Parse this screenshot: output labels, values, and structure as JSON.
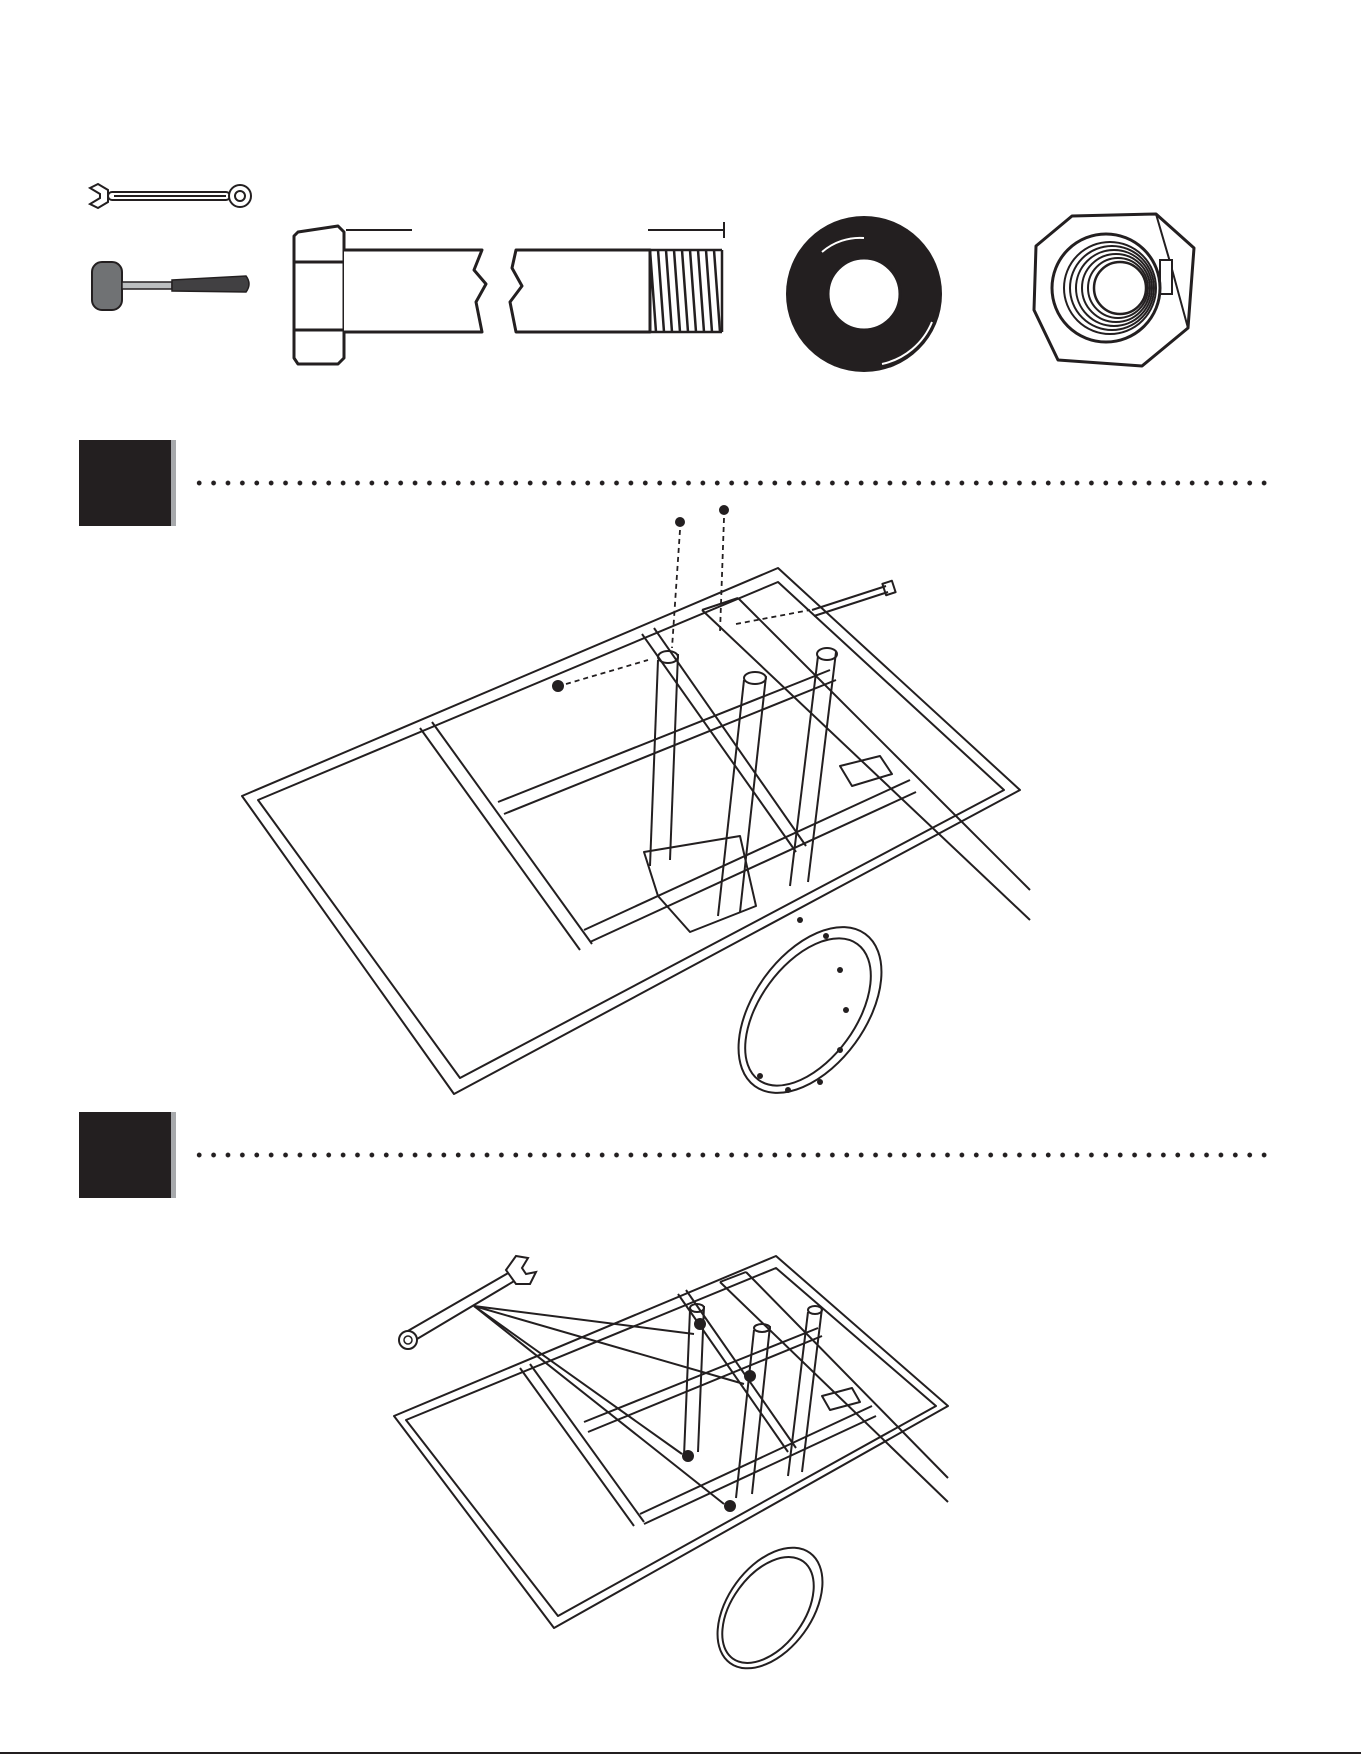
{
  "tools": [
    {
      "name": "wrench",
      "icon": "wrench-icon"
    },
    {
      "name": "mallet",
      "icon": "mallet-icon"
    }
  ],
  "hardware": [
    {
      "name": "bolt",
      "icon": "bolt-icon"
    },
    {
      "name": "washer",
      "icon": "washer-icon"
    },
    {
      "name": "nut",
      "icon": "nut-icon"
    }
  ],
  "steps": [
    {
      "badge_color": "#231f20",
      "shadow_color": "#a7a9ac"
    },
    {
      "badge_color": "#231f20",
      "shadow_color": "#a7a9ac"
    }
  ]
}
